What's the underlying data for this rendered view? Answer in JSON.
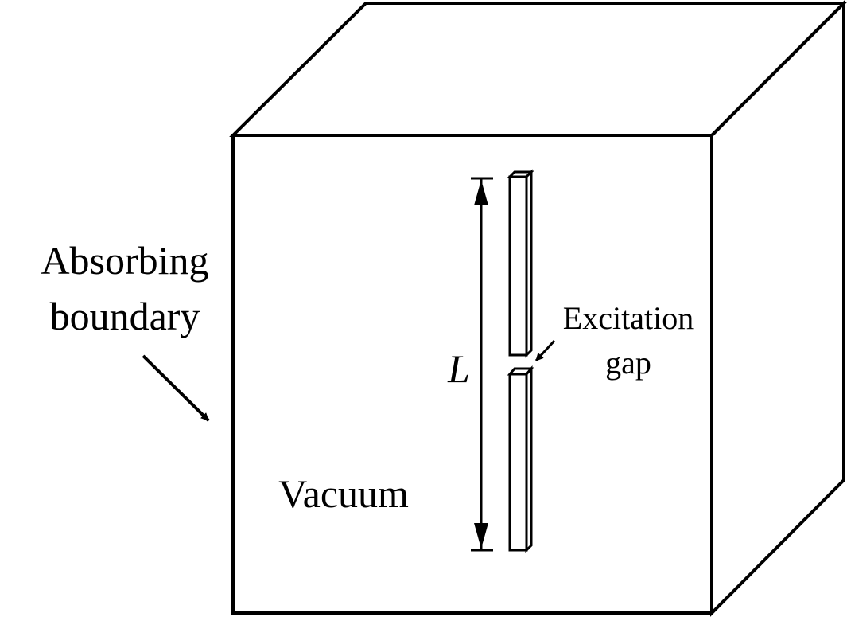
{
  "labels": {
    "boundary_line1": "Absorbing",
    "boundary_line2": "boundary",
    "vacuum": "Vacuum",
    "length": "L",
    "gap_line1": "Excitation",
    "gap_line2": "gap"
  },
  "colors": {
    "stroke": "#000000",
    "background": "#ffffff"
  }
}
